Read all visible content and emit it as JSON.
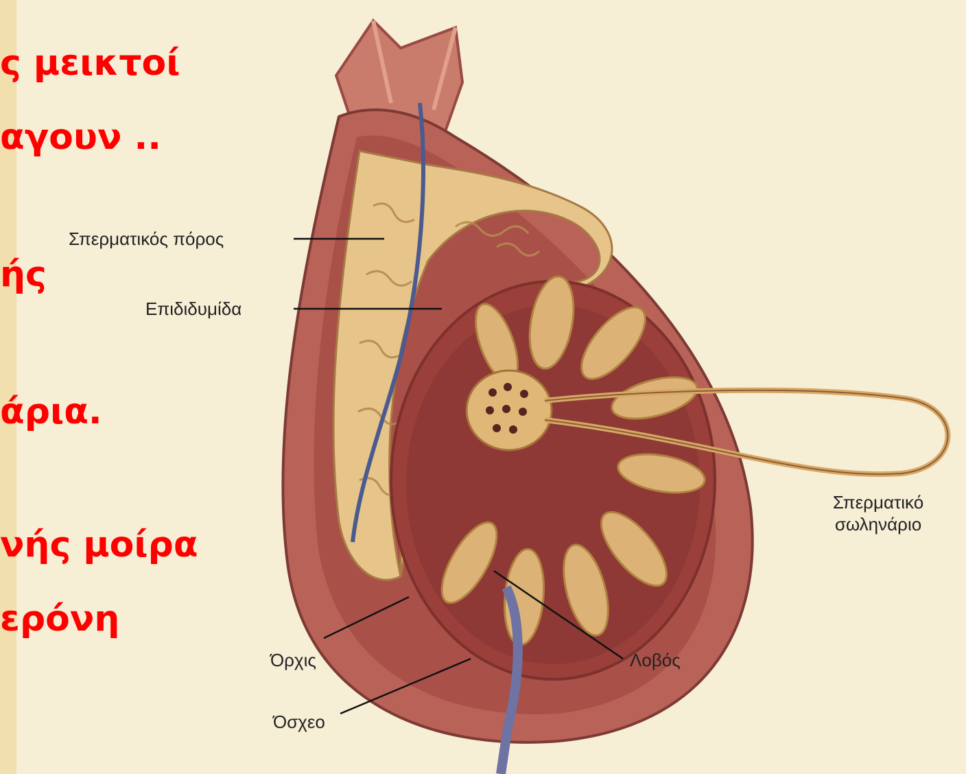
{
  "slide_text": {
    "lines": [
      "ς μεικτοί",
      "αγουν ..",
      "ής",
      "άρια.",
      "νής μοίρα",
      "ερόνη"
    ],
    "color": "#ff0000"
  },
  "diagram": {
    "labels": {
      "vas_deferens": "Σπερματικός πόρος",
      "epididymis": "Επιδιδυμίδα",
      "seminiferous_tubule_line1": "Σπερματικό",
      "seminiferous_tubule_line2": "σωληνάριο",
      "testis": "Όρχις",
      "lobule": "Λοβός",
      "scrotum": "Όσχεο"
    },
    "colors": {
      "scrotum": "#b96258",
      "tunica": "#8d3a36",
      "tubules": "#dcb277",
      "vessel": "#6f73a3"
    }
  }
}
